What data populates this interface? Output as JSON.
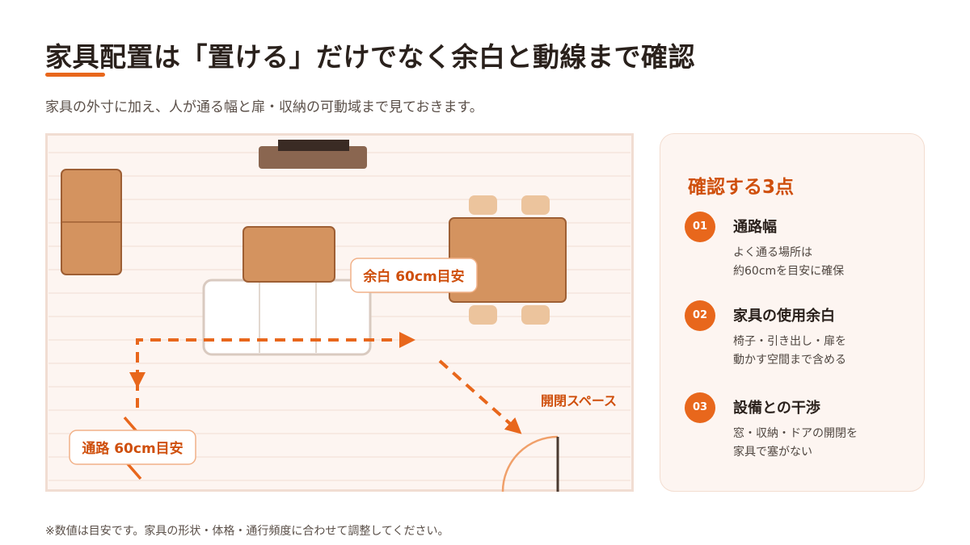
{
  "header": {
    "title": "家具配置は「置ける」だけでなく余白と動線まで確認",
    "subtitle": "家具の外寸に加え、人が通る幅と扉・収納の可動域まで見ておきます。"
  },
  "plan": {
    "label_clearance": "余白 60cm目安",
    "label_passage": "通路 60cm目安",
    "label_door_space": "開閉スペース"
  },
  "checklist": {
    "title": "確認する3点",
    "items": [
      {
        "num": "01",
        "title": "通路幅",
        "desc1": "よく通る場所は",
        "desc2": "約60cmを目安に確保"
      },
      {
        "num": "02",
        "title": "家具の使用余白",
        "desc1": "椅子・引き出し・扉を",
        "desc2": "動かす空間まで含める"
      },
      {
        "num": "03",
        "title": "設備との干渉",
        "desc1": "窓・収納・ドアの開閉を",
        "desc2": "家具で塞がない"
      }
    ]
  },
  "footnote": "※数値は目安です。家具の形状・体格・通行頻度に合わせて調整してください。",
  "colors": {
    "accent": "#e8671c",
    "accent_text": "#cf4f0c",
    "floor": "#fdf5f1",
    "floor_line": "#f1ddd2",
    "furniture": "#d4935f",
    "furniture_border": "#9e5f34",
    "chair": "#ecc49d",
    "tv_stand": "#8a6650",
    "card_bg": "#fdf5f1",
    "card_border": "#f3ddd0"
  }
}
